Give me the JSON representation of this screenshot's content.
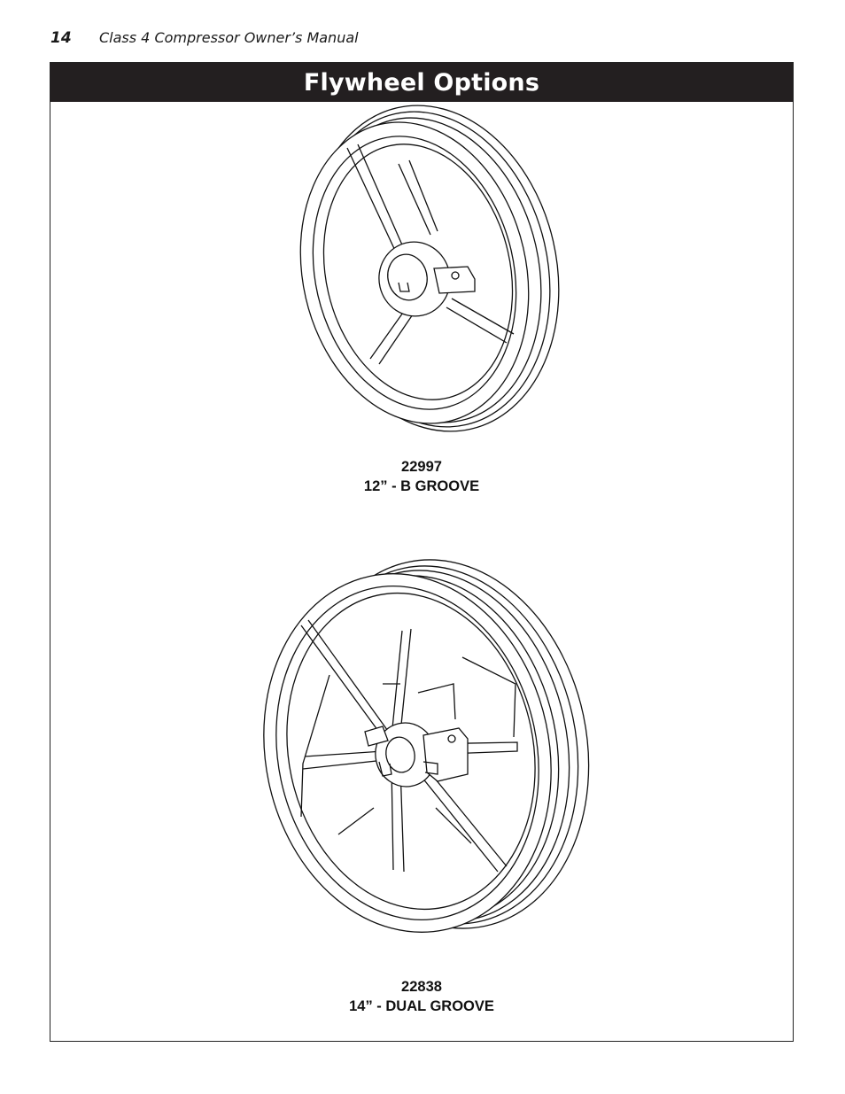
{
  "header": {
    "page_number": "14",
    "manual_title": "Class 4 Compressor Owner’s Manual"
  },
  "section": {
    "title": "Flywheel Options"
  },
  "figures": [
    {
      "part_number": "22997",
      "description": "12” - B GROOVE",
      "icon": "flywheel-12in-b-groove"
    },
    {
      "part_number": "22838",
      "description": "14” - DUAL GROOVE",
      "icon": "flywheel-14in-dual-groove"
    }
  ]
}
